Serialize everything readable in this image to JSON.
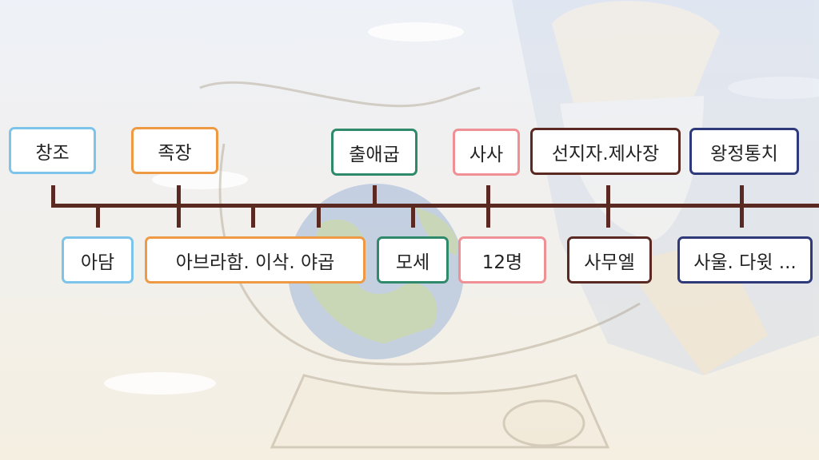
{
  "colors": {
    "creation": "#7cc4ea",
    "patriarch": "#ee9a45",
    "exodus": "#2e8a6a",
    "judges": "#ee9094",
    "prophet_priest": "#5a2a22",
    "kingdom": "#2f3a7a",
    "axis": "#5a2a22"
  },
  "icons": [
    "clouds-illustration",
    "globe-illustration",
    "scroll-illustration",
    "bearded-figure-illustration"
  ],
  "top_labels": [
    {
      "text": "창조",
      "color_key": "creation"
    },
    {
      "text": "족장",
      "color_key": "patriarch"
    },
    {
      "text": "출애굽",
      "color_key": "exodus"
    },
    {
      "text": "사사",
      "color_key": "judges"
    },
    {
      "text": "선지자.제사장",
      "color_key": "prophet_priest"
    },
    {
      "text": "왕정통치",
      "color_key": "kingdom"
    }
  ],
  "bottom_labels": [
    {
      "text": "아담",
      "color_key": "creation"
    },
    {
      "text": "아브라함. 이삭. 야곱",
      "color_key": "patriarch"
    },
    {
      "text": "모세",
      "color_key": "exodus"
    },
    {
      "text": "12명",
      "color_key": "judges"
    },
    {
      "text": "사무엘",
      "color_key": "prophet_priest"
    },
    {
      "text": "사울. 다윗 ...",
      "color_key": "kingdom"
    }
  ]
}
